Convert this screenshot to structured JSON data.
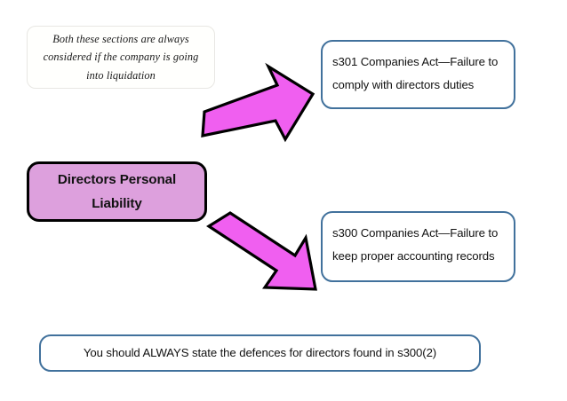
{
  "diagram": {
    "title": "Directors Personal Liability",
    "background_color": "#ffffff",
    "note": {
      "text": "Both these sections are always considered if the company is going into liquidation",
      "border_color": "#e8e7e3",
      "fill_color": "#fffffd"
    },
    "source_node": {
      "line1": "Directors Personal",
      "line2": "Liability",
      "fill_color": "#dda0dd",
      "border_color": "#000000"
    },
    "targets": [
      {
        "id": "s301",
        "line1": "s301 Companies Act—Failure to",
        "line2": "comply with directors duties",
        "border_color": "#41719c",
        "fill_color": "#ffffff"
      },
      {
        "id": "s300",
        "line1": "s300 Companies Act—Failure to",
        "line2": "keep proper accounting records",
        "border_color": "#41719c",
        "fill_color": "#ffffff"
      }
    ],
    "footer_note": {
      "text": "You should ALWAYS state the defences for directors found in s300(2)",
      "border_color": "#41719c",
      "fill_color": "#ffffff"
    },
    "arrows": [
      {
        "id": "arrow-to-s301",
        "direction": "up-right",
        "fill_color": "#f05ff0",
        "outline_color": "#000000"
      },
      {
        "id": "arrow-to-s300",
        "direction": "down-right",
        "fill_color": "#f05ff0",
        "outline_color": "#000000"
      }
    ]
  }
}
